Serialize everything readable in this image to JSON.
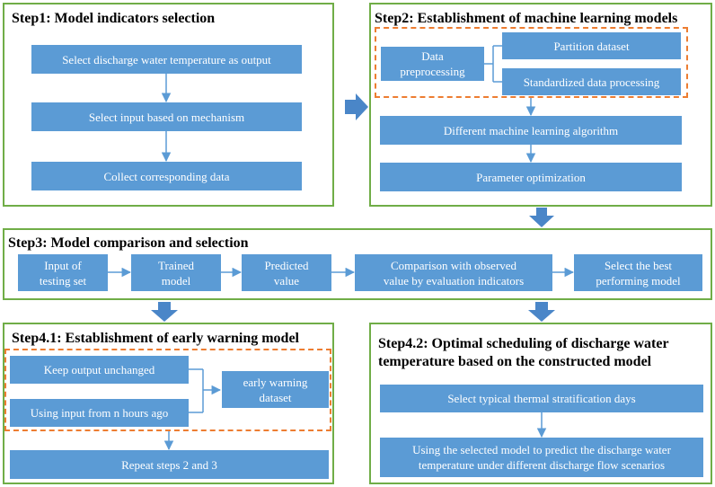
{
  "step1": {
    "title": "Step1: Model indicators selection",
    "boxes": [
      "Select discharge water temperature as output",
      "Select input based on mechanism",
      "Collect corresponding data"
    ]
  },
  "step2": {
    "title": "Step2: Establishment of machine learning models",
    "preprocessing": "Data\npreprocessing",
    "partition": "Partition dataset",
    "standardized": "Standardized data processing",
    "algorithm": "Different machine learning algorithm",
    "optimization": "Parameter optimization"
  },
  "step3": {
    "title": "Step3: Model comparison and selection",
    "boxes": [
      "Input of\ntesting set",
      "Trained\nmodel",
      "Predicted\nvalue",
      "Comparison with observed\nvalue by evaluation indicators",
      "Select the best\nperforming model"
    ]
  },
  "step41": {
    "title": "Step4.1: Establishment of early warning model",
    "keep": "Keep output unchanged",
    "using_input": "Using input from n hours ago",
    "dataset": "early warning\ndataset",
    "repeat": "Repeat steps 2 and 3"
  },
  "step42": {
    "title_line1": "Step4.2: Optimal scheduling of discharge water",
    "title_line2": "temperature based on the constructed model",
    "select_days": "Select typical thermal stratification days",
    "predict": "Using the selected model to predict the discharge water\ntemperature under different discharge flow scenarios"
  },
  "colors": {
    "box": "#5b9bd5",
    "panel_border": "#70ad47",
    "dashed": "#ed7d31",
    "big_arrow": "#4a86c8"
  }
}
